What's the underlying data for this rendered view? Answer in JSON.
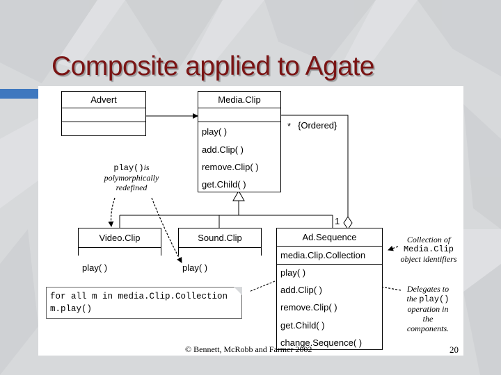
{
  "slide": {
    "title": "Composite applied to Agate",
    "copyright": "© Bennett, McRobb and Farmer 2002",
    "page_number": "20"
  },
  "classes": {
    "advert": {
      "name": "Advert"
    },
    "media_clip": {
      "name": "Media.Clip",
      "operations": [
        "play( )",
        "add.Clip( )",
        "remove.Clip( )",
        "get.Child( )"
      ]
    },
    "video_clip": {
      "name": "Video.Clip",
      "operations": [
        "play( )"
      ]
    },
    "sound_clip": {
      "name": "Sound.Clip",
      "operations": [
        "play( )"
      ]
    },
    "ad_sequence": {
      "name": "Ad.Sequence",
      "attribute": "media.Clip.Collection",
      "operations": [
        "play( )",
        "add.Clip( )",
        "remove.Clip( )",
        "get.Child( )",
        "change.Sequence( )"
      ]
    }
  },
  "associations": {
    "multiplicity_many": "*",
    "constraint": "{Ordered}",
    "multiplicity_one": "1"
  },
  "notes": {
    "polymorphic": {
      "code": "play()",
      "line1": "is",
      "line2": "polymorphically",
      "line3": "redefined"
    },
    "collection": {
      "line1": "Collection of",
      "code": "Media.Clip",
      "line3": "object identifiers"
    },
    "delegates": {
      "line1": "Delegates to",
      "line2_pre": "the",
      "code": "play()",
      "line3": "operation in",
      "line4": "the",
      "line5": "components."
    },
    "code_note": {
      "line1": "for all m in media.Clip.Collection",
      "line2": "m.play()"
    }
  }
}
